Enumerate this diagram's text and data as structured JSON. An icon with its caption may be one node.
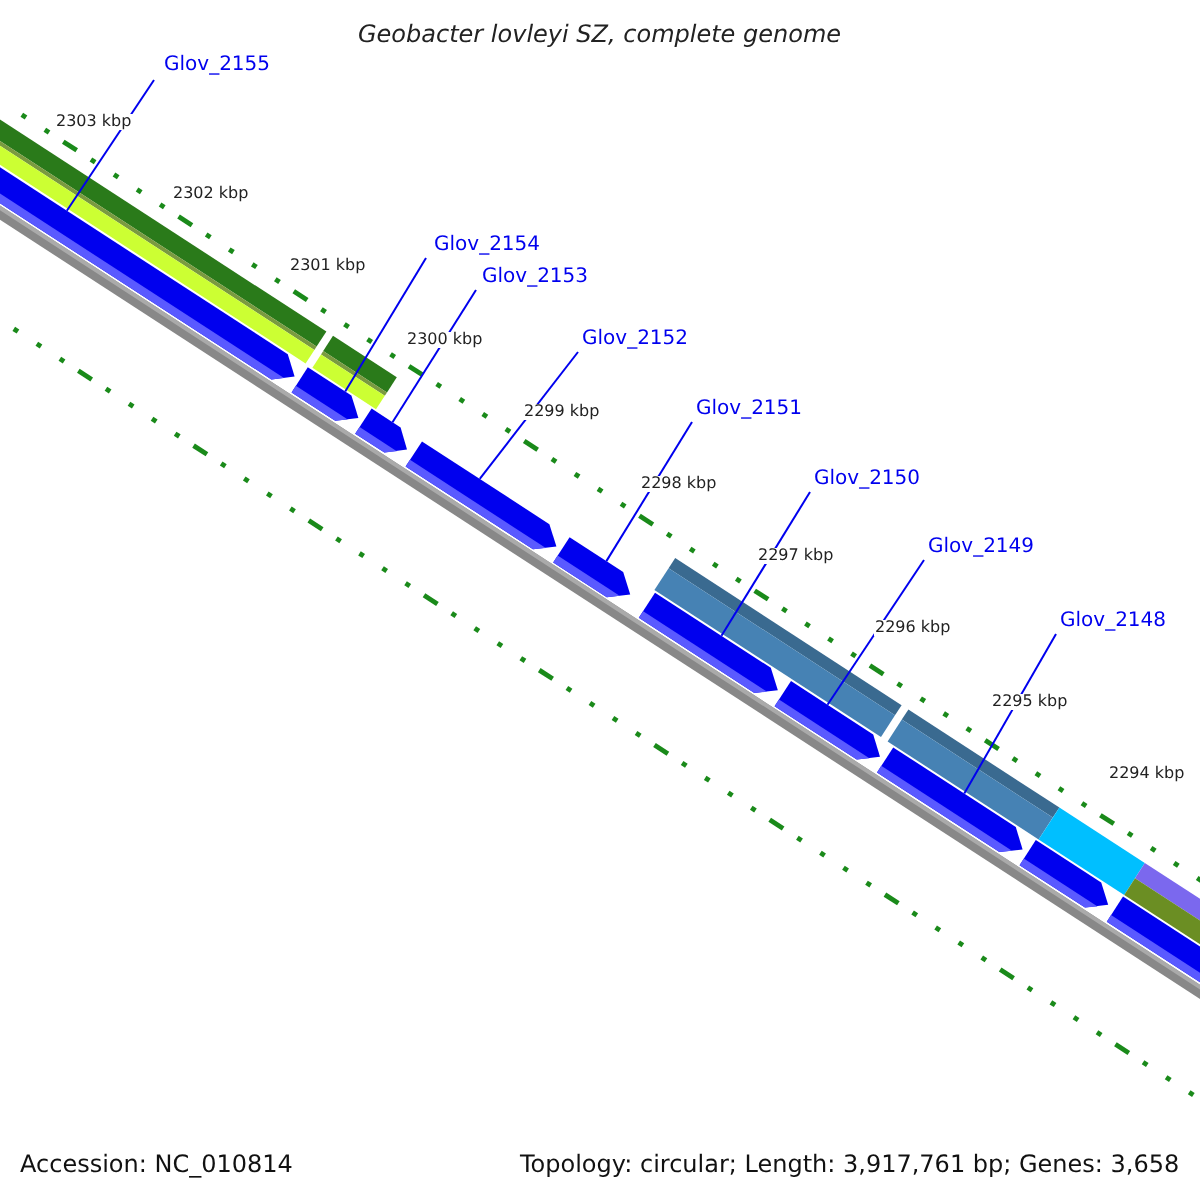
{
  "diagram": {
    "title": "Geobacter lovleyi SZ, complete genome",
    "nodes": [
      {
        "text": [
          "Glov_2155"
        ]
      },
      {
        "text": [
          "Glov_2154"
        ]
      },
      {
        "text": [
          "Glov_2153"
        ]
      },
      {
        "text": [
          "Glov_2152"
        ]
      },
      {
        "text": [
          "Glov_2151"
        ]
      },
      {
        "text": [
          "Glov_2150"
        ]
      },
      {
        "text": [
          "Glov_2149"
        ]
      },
      {
        "text": [
          "Glov_2148"
        ]
      },
      {
        "text": [],
        "shape": "arrow"
      },
      {
        "text": [],
        "shape": "arrow"
      },
      {
        "text": [],
        "shape": "arrow"
      },
      {
        "text": [],
        "shape": "arrow"
      },
      {
        "text": [],
        "shape": "arrow"
      },
      {
        "text": [],
        "shape": "arrow"
      },
      {
        "text": [],
        "shape": "arrow"
      },
      {
        "text": [],
        "shape": "arrow"
      },
      {
        "text": [],
        "shape": "arrow"
      },
      {
        "text": [],
        "shape": "arrow"
      }
    ],
    "edges": [
      {
        "from": 0,
        "to": 8,
        "arrow": "none"
      },
      {
        "from": 1,
        "to": 9,
        "arrow": "none"
      },
      {
        "from": 2,
        "to": 10,
        "arrow": "none"
      },
      {
        "from": 3,
        "to": 11,
        "arrow": "none"
      },
      {
        "from": 4,
        "to": 12,
        "arrow": "none"
      },
      {
        "from": 5,
        "to": 13,
        "arrow": "none"
      },
      {
        "from": 6,
        "to": 14,
        "arrow": "none"
      },
      {
        "from": 7,
        "to": 15,
        "arrow": "none"
      }
    ],
    "labels": [
      "2303 kbp",
      "2302 kbp",
      "2301 kbp",
      "2300 kbp",
      "2299 kbp",
      "2298 kbp",
      "2297 kbp",
      "2296 kbp",
      "2295 kbp",
      "2294 kbp",
      "Accession: NC_010814",
      "Topology: circular; Length: 3,917,761 bp; Genes: 3,658"
    ]
  }
}
